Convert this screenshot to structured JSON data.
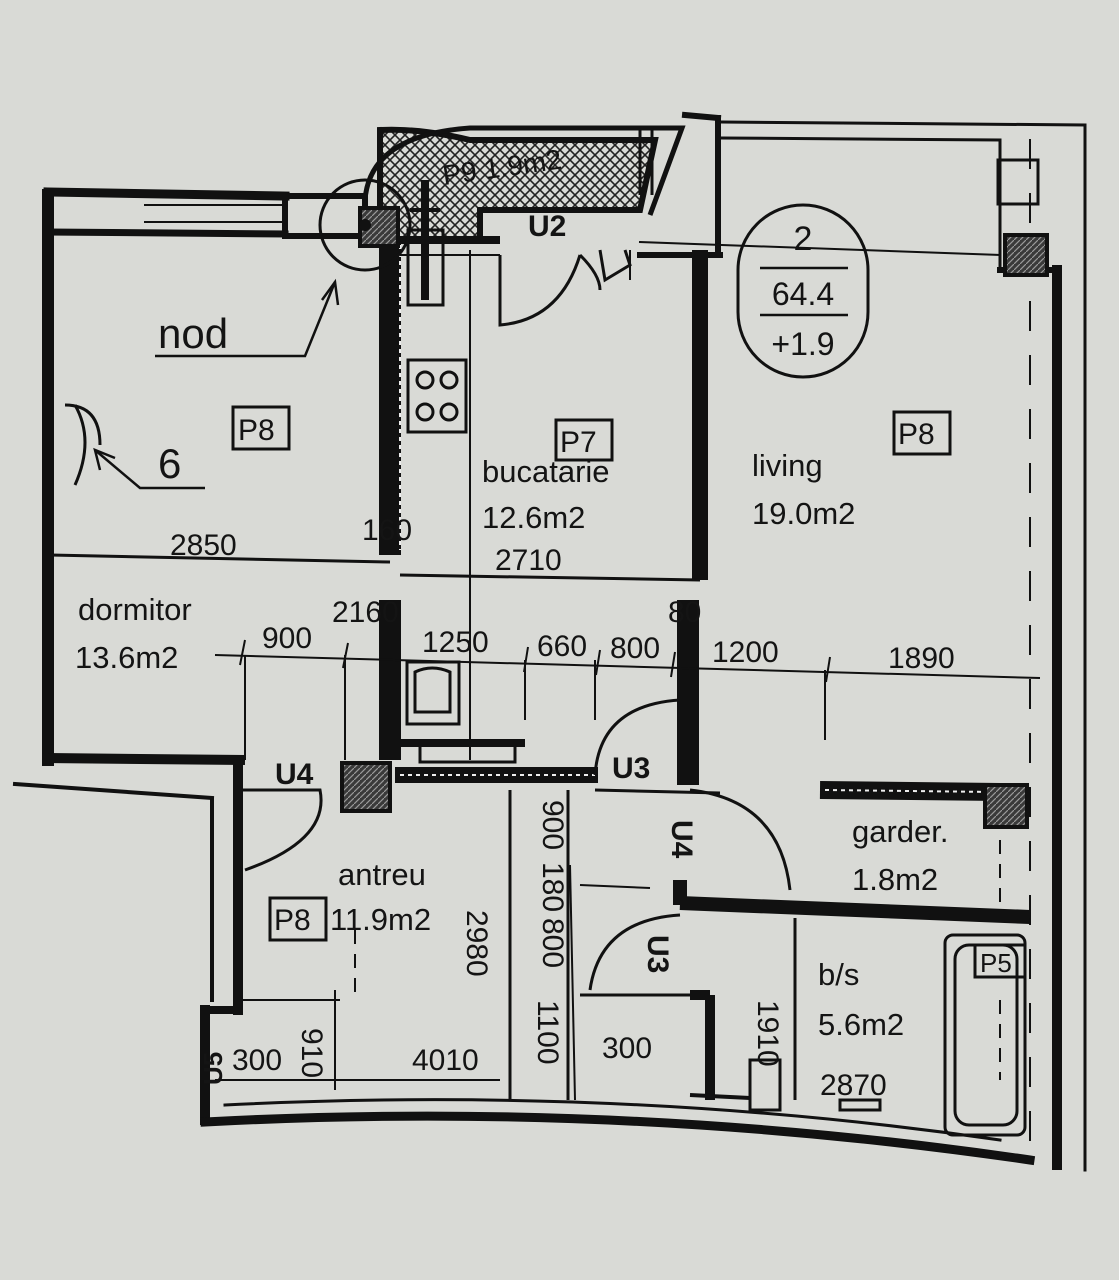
{
  "apartment": {
    "number": "2",
    "area": "64.4",
    "extra": "+1.9"
  },
  "balcony": {
    "label": "P9 1.9m2"
  },
  "rooms": {
    "dormitor": {
      "name": "dormitor",
      "area": "13.6m2",
      "code": "P8"
    },
    "bucatarie": {
      "name": "bucatarie",
      "area": "12.6m2",
      "code": "P7"
    },
    "living": {
      "name": "living",
      "area": "19.0m2",
      "code": "P8"
    },
    "antreu": {
      "name": "antreu",
      "area": "11.9m2",
      "code": "P8"
    },
    "garderoba": {
      "name": "garder.",
      "area": "1.8m2"
    },
    "baie": {
      "name": "b/s",
      "area": "5.6m2",
      "code": "P5"
    }
  },
  "annotations": {
    "nod": "nod",
    "six": "6"
  },
  "door_codes": {
    "u2": "U2",
    "u3a": "U3",
    "u3b": "U3",
    "u4a": "U4",
    "u4b": "U4",
    "u5": "U5"
  },
  "dimensions": {
    "d2850": "2850",
    "d160": "160",
    "d2710": "2710",
    "d2160": "2160",
    "d80": "80",
    "d900": "900",
    "d1250": "1250",
    "d660": "660",
    "d800": "800",
    "d1200": "1200",
    "d1890": "1890",
    "d900v": "900",
    "d180": "180",
    "d800v": "800",
    "d2980": "2980",
    "d1100": "1100",
    "d1910": "1910",
    "d300a": "300",
    "d910": "910",
    "d4010": "4010",
    "d300b": "300",
    "d2870": "2870"
  }
}
